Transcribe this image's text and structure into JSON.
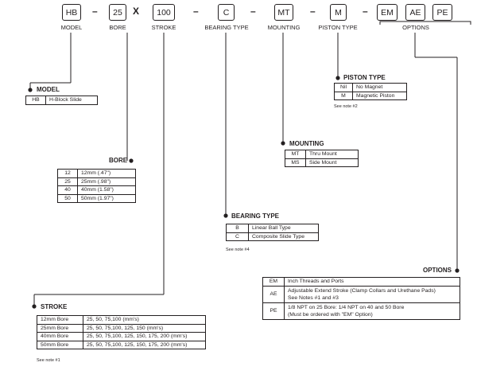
{
  "part_code": {
    "segments": [
      {
        "code": "HB",
        "label": "MODEL"
      },
      {
        "code": "25",
        "label": "BORE"
      },
      {
        "code": "100",
        "label": "STROKE"
      },
      {
        "code": "C",
        "label": "BEARING TYPE"
      },
      {
        "code": "MT",
        "label": "MOUNTING"
      },
      {
        "code": "M",
        "label": "PISTON TYPE"
      },
      {
        "code": "EM",
        "label": ""
      },
      {
        "code": "AE",
        "label": ""
      },
      {
        "code": "PE",
        "label": ""
      }
    ],
    "options_label": "OPTIONS",
    "separators": [
      "–",
      "X",
      "–",
      "–",
      "–",
      "–"
    ]
  },
  "model": {
    "title": "MODEL",
    "rows": [
      [
        "HB",
        "H-Block Slide"
      ]
    ]
  },
  "bore": {
    "title": "BORE",
    "rows": [
      [
        "12",
        "12mm (.47\")"
      ],
      [
        "25",
        "25mm (.98\")"
      ],
      [
        "40",
        "40mm (1.58\")"
      ],
      [
        "50",
        "50mm (1.97\")"
      ]
    ]
  },
  "stroke": {
    "title": "STROKE",
    "rows": [
      [
        "12mm Bore",
        "25, 50, 75,100 (mm's)"
      ],
      [
        "25mm Bore",
        "25, 50, 75,100, 125, 150 (mm's)"
      ],
      [
        "40mm Bore",
        "25, 50, 75,100, 125, 150, 175, 200 (mm's)"
      ],
      [
        "50mm Bore",
        "25, 50, 75,100, 125, 150, 175, 200 (mm's)"
      ]
    ],
    "note": "See note #1"
  },
  "bearing_type": {
    "title": "BEARING TYPE",
    "rows": [
      [
        "B",
        "Linear Ball Type"
      ],
      [
        "C",
        "Composite Slide Type"
      ]
    ],
    "note": "See note #4"
  },
  "mounting": {
    "title": "MOUNTING",
    "rows": [
      [
        "MT",
        "Thru Mount"
      ],
      [
        "MS",
        "Side Mount"
      ]
    ]
  },
  "piston_type": {
    "title": "PISTON TYPE",
    "rows": [
      [
        "Nil",
        "No Magnet"
      ],
      [
        "M",
        "Magnetic Piston"
      ]
    ],
    "note": "See note #2"
  },
  "options": {
    "title": "OPTIONS",
    "rows": [
      [
        "EM",
        "Inch Threads and Ports"
      ],
      [
        "AE",
        "Adjustable Extend Stroke (Clamp Collars and Urethane Pads)\nSee Notes #1 and #3"
      ],
      [
        "PE",
        "1/8 NPT on 25 Bore: 1/4 NPT on 40 and 50 Bore\n(Must be ordered with \"EM\" Option)"
      ]
    ]
  }
}
